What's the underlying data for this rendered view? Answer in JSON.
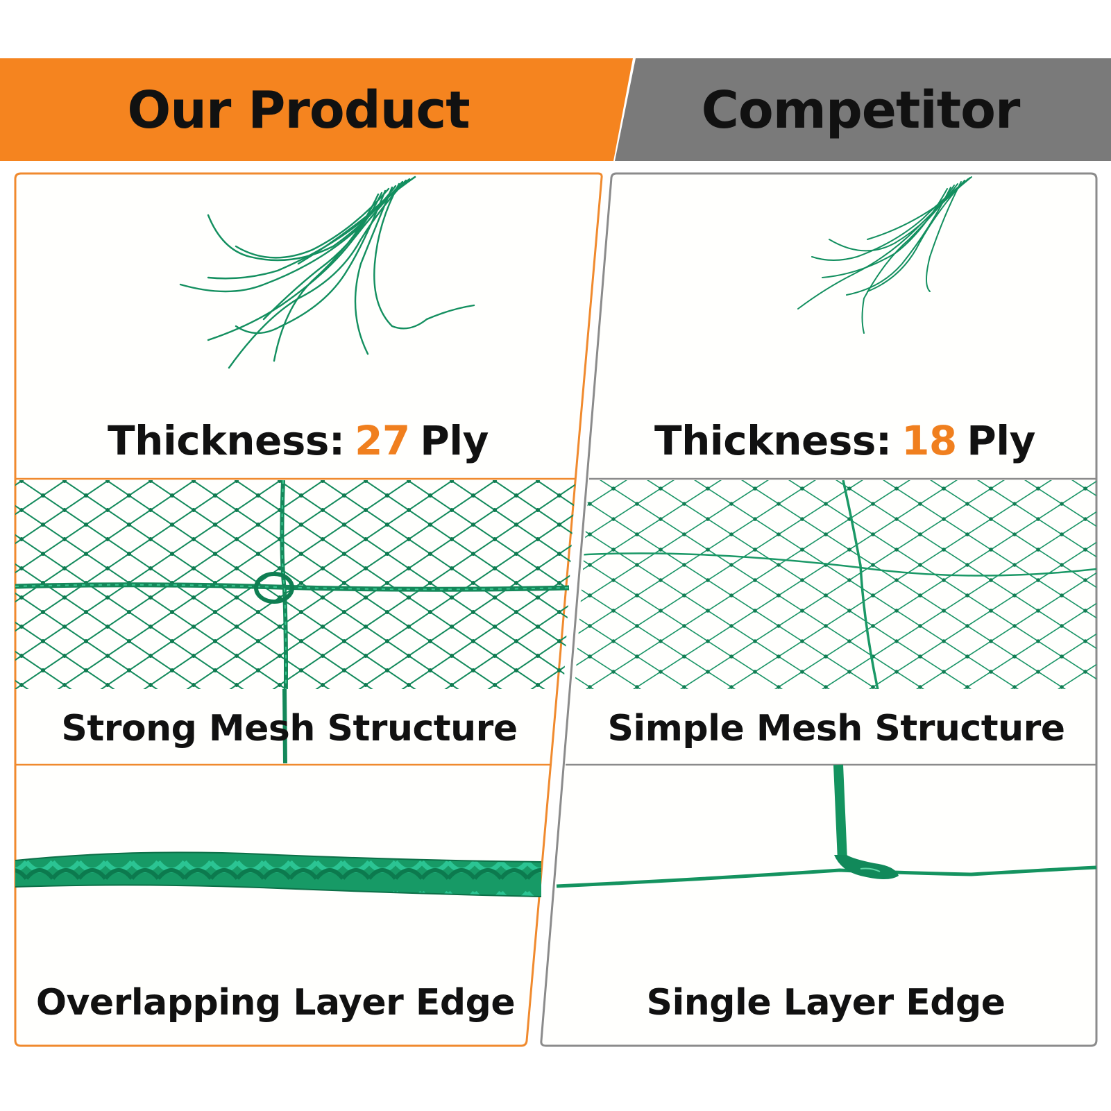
{
  "header": {
    "left_title": "Our Product",
    "right_title": "Competitor"
  },
  "colors": {
    "our_accent": "#F5841F",
    "competitor_gray": "#7A7A7A",
    "net_green": "#0E8E5E",
    "number_orange": "#F07F1E"
  },
  "our_product": {
    "thickness": {
      "prefix": "Thickness:",
      "number": "27",
      "unit": "Ply"
    },
    "mesh_label": "Strong Mesh Structure",
    "edge_label": "Overlapping Layer Edge"
  },
  "competitor": {
    "thickness": {
      "prefix": "Thickness:",
      "number": "18",
      "unit": "Ply"
    },
    "mesh_label": "Simple Mesh Structure",
    "edge_label": "Single Layer Edge"
  }
}
